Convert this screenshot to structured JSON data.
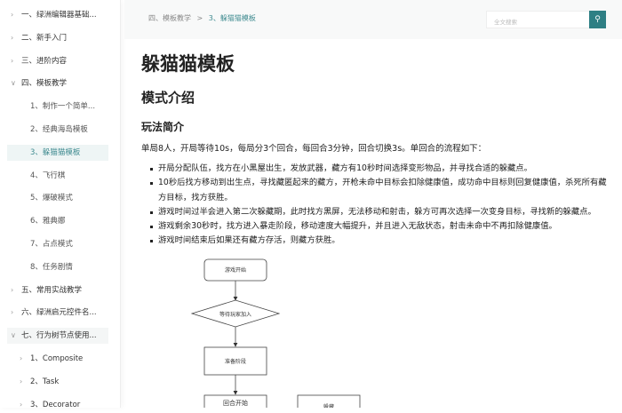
{
  "sidebar": {
    "items": [
      {
        "label": "一、绿洲编辑器基础...",
        "chevron": "right"
      },
      {
        "label": "二、新手入门",
        "chevron": "right"
      },
      {
        "label": "三、进阶内容",
        "chevron": "right"
      },
      {
        "label": "四、模板教学",
        "chevron": "down"
      },
      {
        "label": "1、制作一个简单..."
      },
      {
        "label": "2、经典海岛模板"
      },
      {
        "label": "3、躲猫猫模板",
        "active": true
      },
      {
        "label": "4、飞行棋"
      },
      {
        "label": "5、爆破模式"
      },
      {
        "label": "6、雅典娜"
      },
      {
        "label": "7、占点模式"
      },
      {
        "label": "8、任务剧情"
      },
      {
        "label": "五、常用实战教学",
        "chevron": "right"
      },
      {
        "label": "六、绿洲启元控件名...",
        "chevron": "right"
      },
      {
        "label": "七、行为树节点使用...",
        "chevron": "down"
      },
      {
        "label": "1、Composite",
        "chevron": "right"
      },
      {
        "label": "2、Task",
        "chevron": "right"
      },
      {
        "label": "3、Decorator",
        "chevron": "right"
      }
    ]
  },
  "header": {
    "breadcrumb": [
      "四、模板教学",
      "3、躲猫猫模板"
    ],
    "breadcrumb_sep": ">",
    "search_placeholder": "全文搜索",
    "search_icon": "magnifier-icon",
    "accent": "#2e7f84"
  },
  "main": {
    "title": "躲猫猫模板",
    "h2": "模式介绍",
    "h3": "玩法简介",
    "intro": "单局8人，开局等待10s，每局分3个回合，每回合3分钟，回合切换3s。单回合的流程如下：",
    "bullets": [
      "开局分配队伍，找方在小黑屋出生，发放武器，藏方有10秒时间选择变形物品，并寻找合适的躲藏点。",
      "10秒后找方移动到出生点，寻找藏匿起来的藏方，开枪未命中目标会扣除健康值，成功命中目标则回复健康值，杀死所有藏方目标，找方获胜。",
      "游戏时间过半会进入第二次躲藏期，此时找方黑屏，无法移动和射击，躲方可再次选择一次变身目标，寻找新的躲藏点。",
      "游戏剩余30秒时，找方进入暴走阶段，移动速度大幅提升，并且进入无敌状态，射击未命中不再扣除健康值。",
      "游戏时间结束后如果还有藏方存活，则藏方获胜。"
    ],
    "flowchart": {
      "start": "游戏开始",
      "wait": "等待玩家加入",
      "prepare": "准备阶段",
      "round": "回合开始",
      "side": "躲藏"
    }
  }
}
